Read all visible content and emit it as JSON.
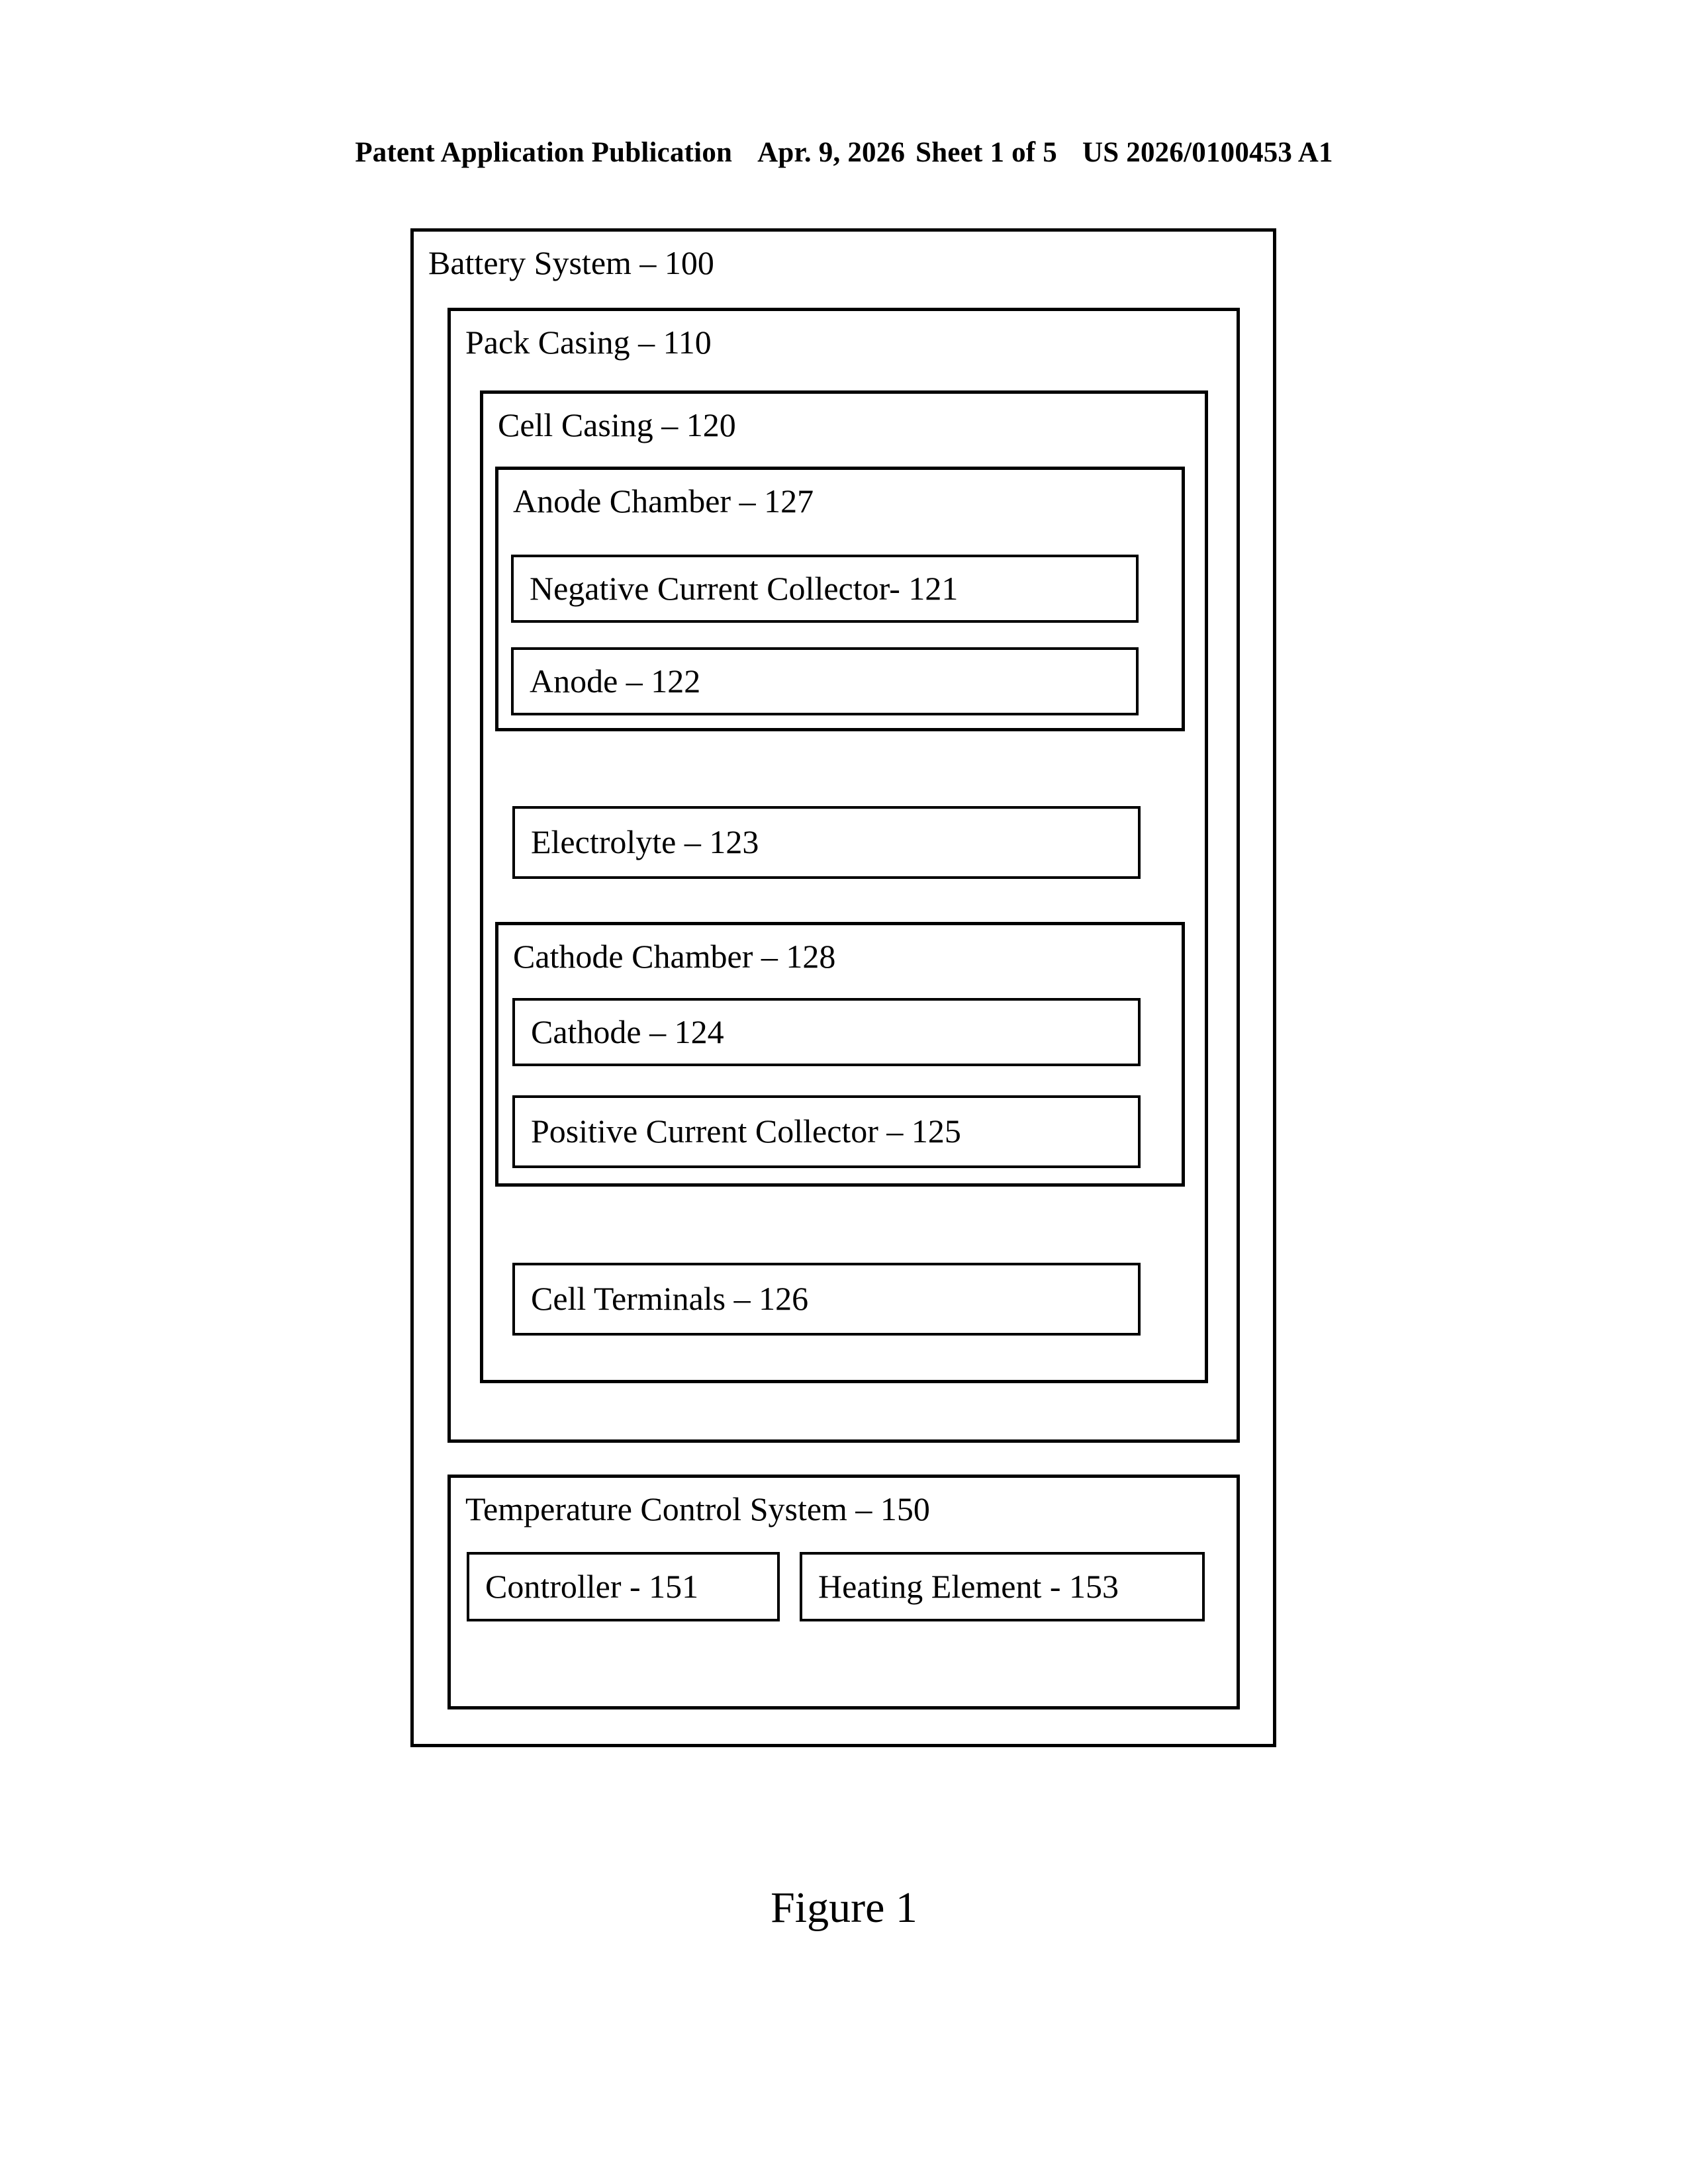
{
  "header": {
    "publication": "Patent Application Publication",
    "date": "Apr. 9, 2026",
    "sheet": "Sheet 1 of 5",
    "doc_number": "US 2026/0100453 A1"
  },
  "figure": {
    "caption": "Figure 1"
  },
  "diagram": {
    "battery_system": {
      "label": "Battery System – 100",
      "pack_casing": {
        "label": "Pack Casing – 110",
        "cell_casing": {
          "label": "Cell Casing – 120",
          "anode_chamber": {
            "label": "Anode Chamber – 127",
            "negative_current_collector": "Negative Current Collector- 121",
            "anode": "Anode – 122"
          },
          "electrolyte": "Electrolyte – 123",
          "cathode_chamber": {
            "label": "Cathode Chamber – 128",
            "cathode": "Cathode – 124",
            "positive_current_collector": "Positive Current Collector – 125"
          },
          "cell_terminals": "Cell Terminals – 126"
        }
      },
      "temperature_control_system": {
        "label": "Temperature Control System – 150",
        "controller": "Controller - 151",
        "heating_element": "Heating Element - 153"
      }
    }
  },
  "style": {
    "ink": "#000000",
    "paper": "#ffffff"
  }
}
